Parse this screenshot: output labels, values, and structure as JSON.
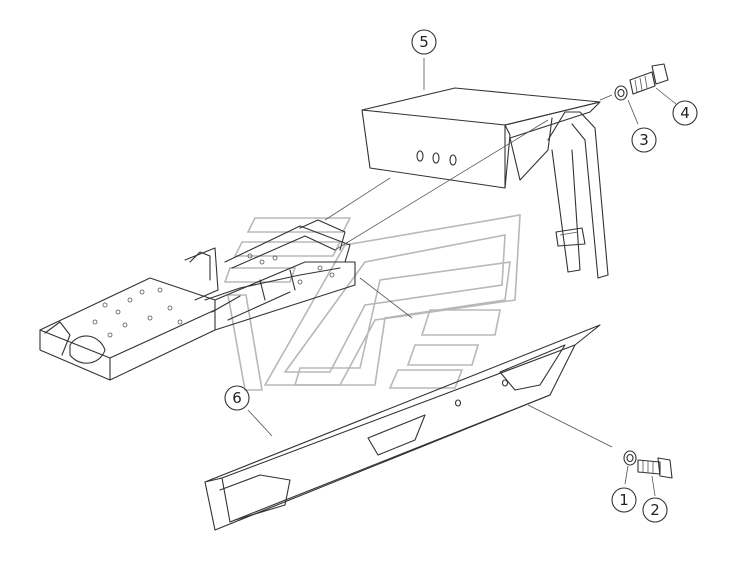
{
  "callouts": [
    {
      "id": "1"
    },
    {
      "id": "2"
    },
    {
      "id": "3"
    },
    {
      "id": "4"
    },
    {
      "id": "5"
    },
    {
      "id": "6"
    }
  ]
}
